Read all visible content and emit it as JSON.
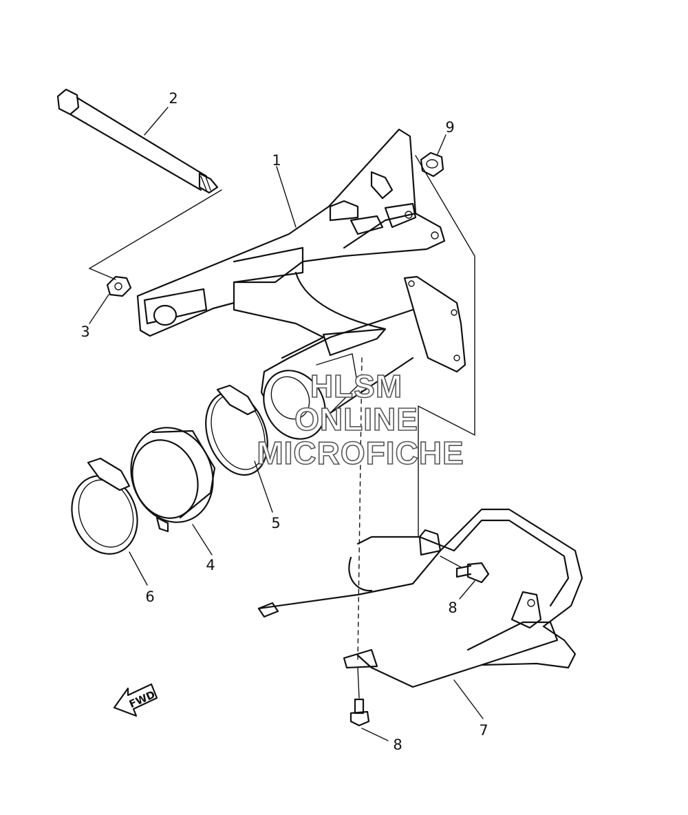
{
  "callouts": {
    "c1": "1",
    "c2": "2",
    "c3": "3",
    "c4": "4",
    "c5": "5",
    "c6": "6",
    "c7": "7",
    "c8a": "8",
    "c8b": "8",
    "c9": "9"
  },
  "fwd_label": "FWD",
  "watermark": {
    "line1": "HLSM",
    "line2": "ONLINE",
    "line3": "MICROFICHE"
  }
}
